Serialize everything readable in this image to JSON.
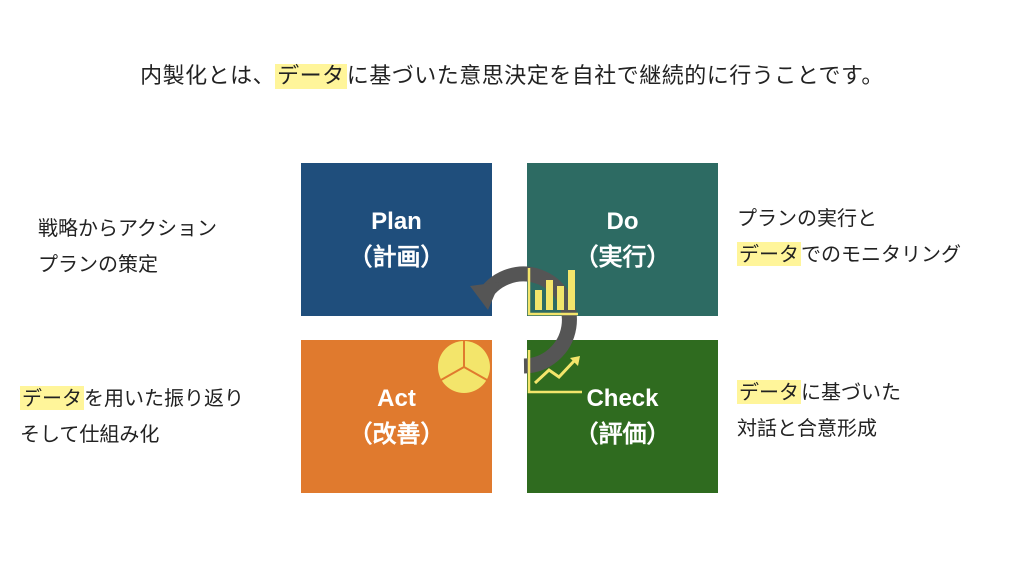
{
  "headline": {
    "before": "内製化とは、",
    "highlight": "データ",
    "after": "に基づいた意思決定を自社で継続的に行うことです。"
  },
  "colors": {
    "plan": "#1f4e7c",
    "do": "#2d6b63",
    "act": "#e07a2e",
    "check": "#2f6b1f",
    "highlight": "#fff59a",
    "arrow": "#555555",
    "icon": "#f3e56b"
  },
  "quadrants": {
    "plan": {
      "title": "Plan",
      "sub": "（計画）"
    },
    "do": {
      "title": "Do",
      "sub": "（実行）"
    },
    "act": {
      "title": "Act",
      "sub": "（改善）"
    },
    "check": {
      "title": "Check",
      "sub": "（評価）"
    }
  },
  "descriptions": {
    "plan": {
      "line1": "戦略からアクション",
      "line2": "プランの策定"
    },
    "do": {
      "line1": "プランの実行と",
      "line2_highlight": "データ",
      "line2_rest": "でのモニタリング"
    },
    "act": {
      "line1_highlight": "データ",
      "line1_rest": "を用いた振り返り",
      "line2": "そして仕組み化"
    },
    "check": {
      "line1_highlight": "データ",
      "line1_rest": "に基づいた",
      "line2": "対話と合意形成"
    }
  },
  "icons": [
    "cycle-arrow-icon",
    "bar-chart-icon",
    "line-chart-icon",
    "pie-chart-icon"
  ]
}
